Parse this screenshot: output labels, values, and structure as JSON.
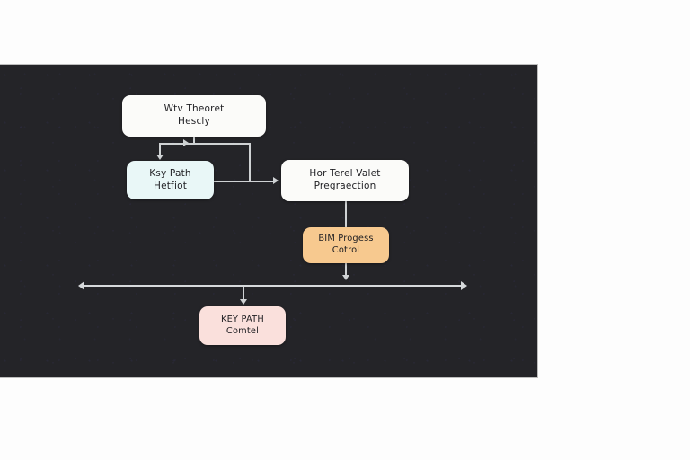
{
  "page": {
    "background_color": "#fdfdfd",
    "canvas_color": "#242428"
  },
  "diagram": {
    "title_visible": false,
    "nodes": [
      {
        "id": "wave-thread-ready",
        "line1": "Wtv Theoret",
        "line2": "Hescly",
        "fill": "#fbfbf9",
        "shape": "rounded-rect"
      },
      {
        "id": "key-path-method",
        "line1": "Ksy Path",
        "line2": "Hetfiot",
        "fill": "#e9f7f7",
        "shape": "rounded-rect"
      },
      {
        "id": "level-value-projection",
        "line1": "Hor Terel Valet",
        "line2": "Pregraection",
        "fill": "#fbfbf9",
        "shape": "rounded-rect"
      },
      {
        "id": "bim-progress-control",
        "line1": "BIM Progess",
        "line2": "Cotrol",
        "fill": "#f7c98f",
        "shape": "rounded-rect"
      },
      {
        "id": "key-path-control",
        "line1": "KEY PATH",
        "line2": "Comtel",
        "fill": "#fae0dc",
        "shape": "rounded-rect"
      }
    ],
    "connectors": [
      {
        "from": "wave-thread-ready",
        "to": "key-path-method",
        "style": "elbow-arrow"
      },
      {
        "from": "wave-thread-ready",
        "to": "level-value-projection",
        "style": "elbow-arrow"
      },
      {
        "from": "key-path-method",
        "to": "level-value-projection",
        "style": "straight-arrow"
      },
      {
        "from": "level-value-projection",
        "to": "bim-progress-control",
        "style": "straight-line"
      },
      {
        "from": "bim-progress-control",
        "to": "axis",
        "style": "straight-arrow"
      },
      {
        "from": "axis",
        "to": "key-path-control",
        "style": "straight-arrow"
      }
    ],
    "axis": {
      "id": "timeline-axis",
      "style": "double-headed-arrow",
      "stroke": "#d6d9db"
    }
  }
}
